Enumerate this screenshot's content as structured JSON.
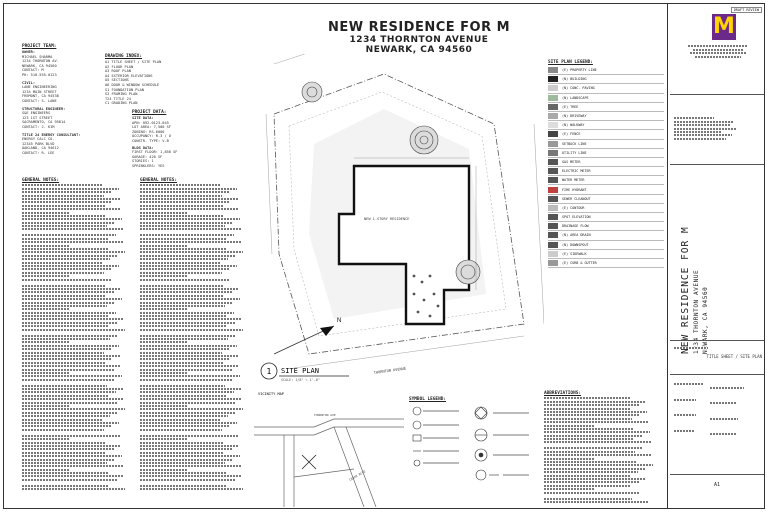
{
  "header": {
    "title": "NEW RESIDENCE FOR M",
    "address": "1234 THORNTON AVENUE",
    "city": "NEWARK, CA 94560"
  },
  "project_team": {
    "heading": "PROJECT TEAM:",
    "owner_label": "OWNER:",
    "owner_lines": [
      "MICHAEL SHARMA",
      "1234 THORNTON AV.",
      "NEWARK, CA 94560",
      "CONTACT: M",
      "PH: 510.555.0123"
    ],
    "civil_label": "CIVIL:",
    "civil_lines": [
      "LANE ENGINEERING",
      "1234 MAIN STREET",
      "FREMONT, CA 94538",
      "CONTACT: S. LANE"
    ],
    "structural_label": "STRUCTURAL ENGINEER:",
    "structural_lines": [
      "S&E ENGINEERS",
      "123 1ST STREET",
      "SACRAMENTO, CA 95814",
      "CONTACT: J. KIM"
    ],
    "title24_label": "TITLE 24 ENERGY CONSULTANT:",
    "title24_lines": [
      "ENERGY CALC CO.",
      "12345 PARK BLVD",
      "OAKLAND, CA 94612",
      "CONTACT: R. LEE"
    ]
  },
  "drawing_index": {
    "heading": "DRAWING INDEX:",
    "items": [
      "A1  TITLE SHEET / SITE PLAN",
      "A2  FLOOR PLAN",
      "A3  ROOF PLAN",
      "A4  EXTERIOR ELEVATIONS",
      "A5  SECTIONS",
      "A6  DOOR & WINDOW SCHEDULE",
      "S1  FOUNDATION PLAN",
      "S2  FRAMING PLAN",
      "T24 TITLE 24",
      "C1  GRADING PLAN"
    ]
  },
  "project_data": {
    "heading": "PROJECT DATA:",
    "site_label": "SITE DATA:",
    "site_lines": [
      "APN: 092-0123-045",
      "LOT AREA: 7,500 SF",
      "ZONING: RS-6000",
      "OCCUPANCY: R-3 / U",
      "CONSTR. TYPE: V-B"
    ],
    "bldg_label": "BLDG DATA:",
    "bldg_lines": [
      "FIRST FLOOR: 1,850 SF",
      "GARAGE: 420 SF",
      "STORIES: 1",
      "SPRINKLERS: YES"
    ]
  },
  "general_notes": {
    "heading": "GENERAL NOTES:",
    "heading_2": "GENERAL NOTES:"
  },
  "site_plan": {
    "label_number": "1",
    "label_text": "SITE PLAN",
    "scale": "SCALE: 1/8\" = 1'-0\"",
    "street_label": "THORNTON AVENUE",
    "north_label": "N",
    "building_label": "NEW 1-STORY RESIDENCE"
  },
  "vicinity": {
    "label": "VICINITY MAP",
    "street_1": "THORNTON AVE",
    "street_2": "CEDAR BLVD"
  },
  "legend": {
    "heading": "SITE PLAN LEGEND:",
    "items": [
      {
        "label": "(E) PROPERTY LINE",
        "color": "#888888"
      },
      {
        "label": "(N) BUILDING",
        "color": "#222222"
      },
      {
        "label": "(N) CONC. PAVING",
        "color": "#cccccc"
      },
      {
        "label": "(N) LANDSCAPE",
        "color": "#9fb99f"
      },
      {
        "label": "(E) TREE",
        "color": "#666666"
      },
      {
        "label": "(N) DRIVEWAY",
        "color": "#aaaaaa"
      },
      {
        "label": "(N) WALKWAY",
        "color": "#dddddd"
      },
      {
        "label": "(E) FENCE",
        "color": "#444444"
      },
      {
        "label": "SETBACK LINE",
        "color": "#999999"
      },
      {
        "label": "UTILITY LINE",
        "color": "#777777"
      },
      {
        "label": "GAS METER",
        "color": "#555555"
      },
      {
        "label": "ELECTRIC METER",
        "color": "#555555"
      },
      {
        "label": "WATER METER",
        "color": "#555555"
      },
      {
        "label": "FIRE HYDRANT",
        "color": "#c04040"
      },
      {
        "label": "SEWER CLEANOUT",
        "color": "#555555"
      },
      {
        "label": "(E) CONTOUR",
        "color": "#bbbbbb"
      },
      {
        "label": "SPOT ELEVATION",
        "color": "#555555"
      },
      {
        "label": "DRAINAGE FLOW",
        "color": "#555555"
      },
      {
        "label": "(N) AREA DRAIN",
        "color": "#555555"
      },
      {
        "label": "(N) DOWNSPOUT",
        "color": "#555555"
      },
      {
        "label": "(E) SIDEWALK",
        "color": "#cccccc"
      },
      {
        "label": "(E) CURB & GUTTER",
        "color": "#999999"
      }
    ]
  },
  "symbol_legend": {
    "heading": "SYMBOL LEGEND:"
  },
  "abbreviations": {
    "heading": "ABBREVIATIONS:"
  },
  "title_block": {
    "stamp": "DRAFT REVIEW",
    "logo_letter": "M",
    "title_vertical": "NEW RESIDENCE FOR M",
    "address_vertical": "1234 THORNTON AVENUE",
    "city_vertical": "NEWARK, CA 94560",
    "sheet_title": "TITLE SHEET / SITE PLAN",
    "sheet_number": "A1"
  }
}
